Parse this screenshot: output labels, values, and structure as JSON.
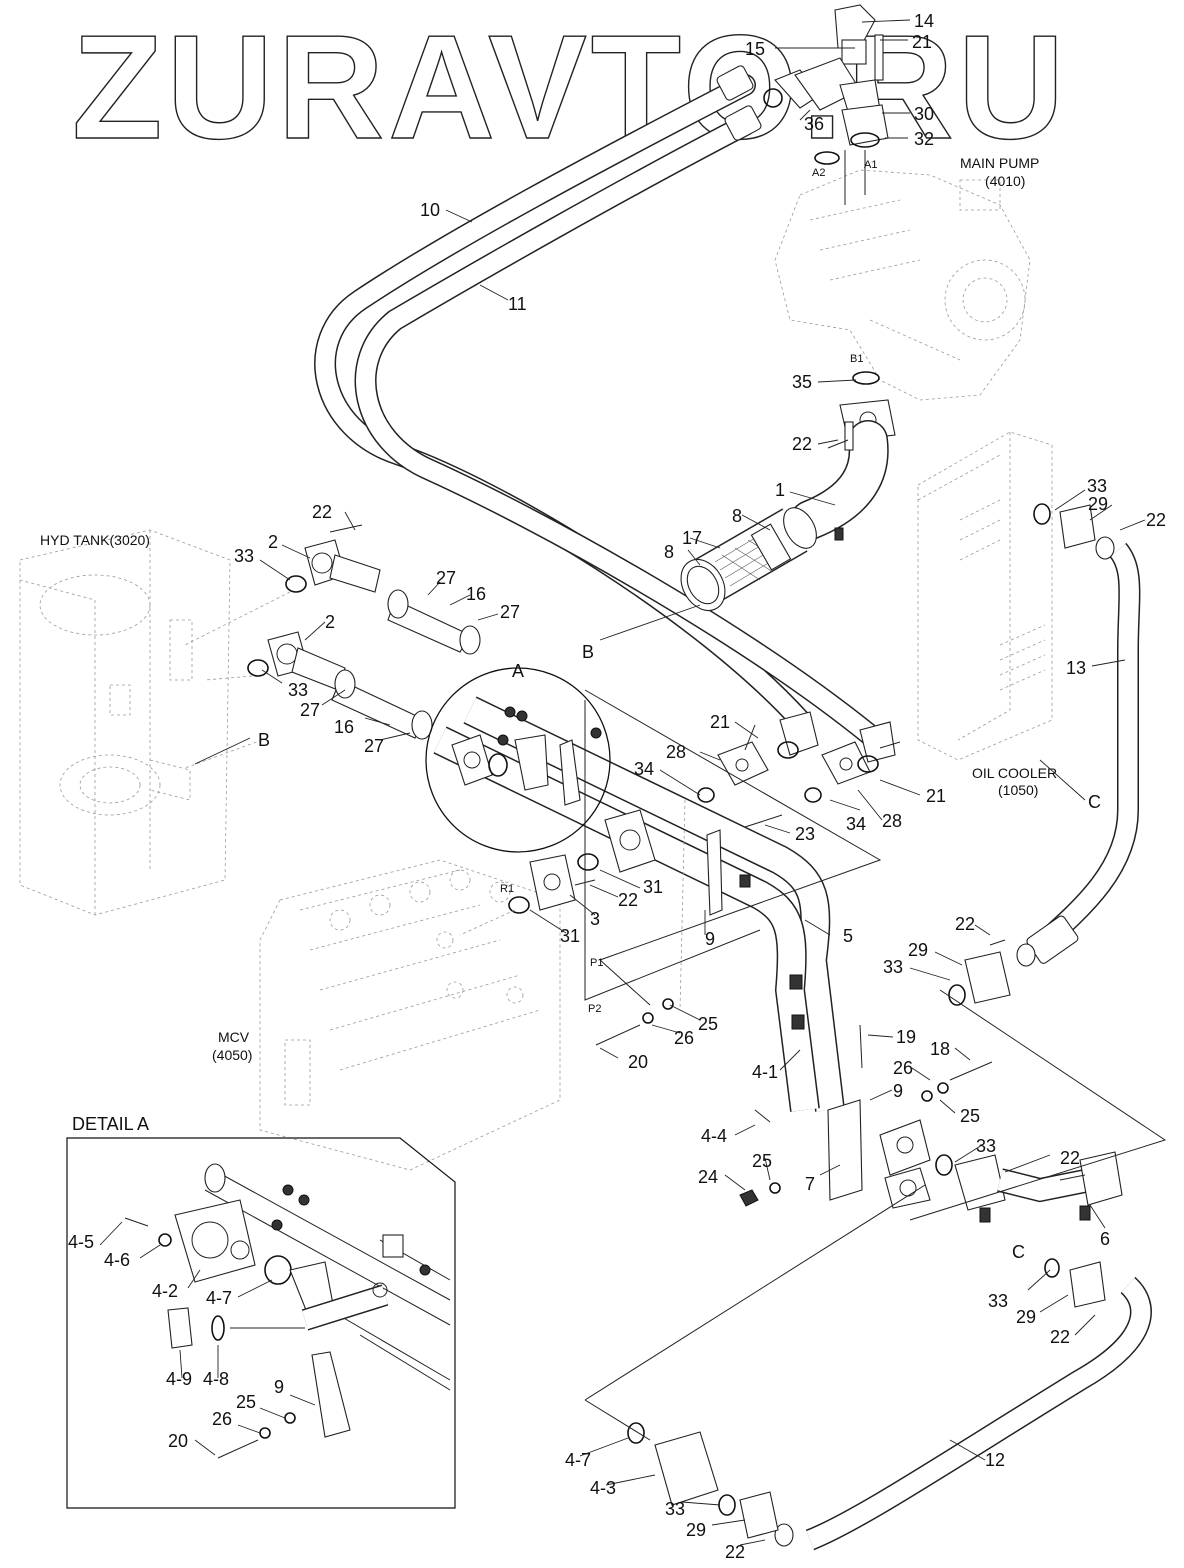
{
  "watermark": "ZURAVTO.RU",
  "components": {
    "main_pump": "MAIN PUMP",
    "main_pump_code": "(4010)",
    "hyd_tank": "HYD TANK(3020)",
    "oil_cooler": "OIL COOLER",
    "oil_cooler_code": "(1050)",
    "mcv": "MCV",
    "mcv_code": "(4050)",
    "detail_title": "DETAIL A"
  },
  "ports": {
    "a1": "A1",
    "a2": "A2",
    "b1": "B1",
    "r1": "R1",
    "p1": "P1",
    "p2": "P2"
  },
  "section_marks": {
    "A": "A",
    "B_pump": "B",
    "B_tank": "B",
    "C_cooler": "C",
    "C_lower": "C"
  },
  "callouts": [
    {
      "id": "c14",
      "text": "14"
    },
    {
      "id": "c15",
      "text": "15"
    },
    {
      "id": "c21a",
      "text": "21"
    },
    {
      "id": "c30",
      "text": "30"
    },
    {
      "id": "c36",
      "text": "36"
    },
    {
      "id": "c32",
      "text": "32"
    },
    {
      "id": "c10",
      "text": "10"
    },
    {
      "id": "c11",
      "text": "11"
    },
    {
      "id": "c35",
      "text": "35"
    },
    {
      "id": "c22a",
      "text": "22"
    },
    {
      "id": "c1",
      "text": "1"
    },
    {
      "id": "c8a",
      "text": "8"
    },
    {
      "id": "c17",
      "text": "17"
    },
    {
      "id": "c8b",
      "text": "8"
    },
    {
      "id": "cB1",
      "text": "B"
    },
    {
      "id": "c33a",
      "text": "33"
    },
    {
      "id": "c29a",
      "text": "29"
    },
    {
      "id": "c22b",
      "text": "22"
    },
    {
      "id": "c13",
      "text": "13"
    },
    {
      "id": "cC1",
      "text": "C"
    },
    {
      "id": "c22c",
      "text": "22"
    },
    {
      "id": "c2a",
      "text": "2"
    },
    {
      "id": "c33b",
      "text": "33"
    },
    {
      "id": "c27a",
      "text": "27"
    },
    {
      "id": "c16a",
      "text": "16"
    },
    {
      "id": "c27b",
      "text": "27"
    },
    {
      "id": "c2b",
      "text": "2"
    },
    {
      "id": "c33c",
      "text": "33"
    },
    {
      "id": "c27c",
      "text": "27"
    },
    {
      "id": "c16b",
      "text": "16"
    },
    {
      "id": "c27d",
      "text": "27"
    },
    {
      "id": "cB2",
      "text": "B"
    },
    {
      "id": "cA",
      "text": "A"
    },
    {
      "id": "c21b",
      "text": "21"
    },
    {
      "id": "c28a",
      "text": "28"
    },
    {
      "id": "c34a",
      "text": "34"
    },
    {
      "id": "c21c",
      "text": "21"
    },
    {
      "id": "c34b",
      "text": "34"
    },
    {
      "id": "c28b",
      "text": "28"
    },
    {
      "id": "c23",
      "text": "23"
    },
    {
      "id": "c31a",
      "text": "31"
    },
    {
      "id": "c22d",
      "text": "22"
    },
    {
      "id": "c3",
      "text": "3"
    },
    {
      "id": "c31b",
      "text": "31"
    },
    {
      "id": "c9a",
      "text": "9"
    },
    {
      "id": "c5",
      "text": "5"
    },
    {
      "id": "c22e",
      "text": "22"
    },
    {
      "id": "c29b",
      "text": "29"
    },
    {
      "id": "c33d",
      "text": "33"
    },
    {
      "id": "c25a",
      "text": "25"
    },
    {
      "id": "c26a",
      "text": "26"
    },
    {
      "id": "c20a",
      "text": "20"
    },
    {
      "id": "c19",
      "text": "19"
    },
    {
      "id": "c18",
      "text": "18"
    },
    {
      "id": "c4_1",
      "text": "4-1"
    },
    {
      "id": "c9b",
      "text": "9"
    },
    {
      "id": "c26b",
      "text": "26"
    },
    {
      "id": "c25b",
      "text": "25"
    },
    {
      "id": "c4_4",
      "text": "4-4"
    },
    {
      "id": "c33e",
      "text": "33"
    },
    {
      "id": "c22f",
      "text": "22"
    },
    {
      "id": "c25c",
      "text": "25"
    },
    {
      "id": "c24",
      "text": "24"
    },
    {
      "id": "c7",
      "text": "7"
    },
    {
      "id": "c6",
      "text": "6"
    },
    {
      "id": "cC2",
      "text": "C"
    },
    {
      "id": "c33f",
      "text": "33"
    },
    {
      "id": "c29c",
      "text": "29"
    },
    {
      "id": "c22g",
      "text": "22"
    },
    {
      "id": "c12",
      "text": "12"
    },
    {
      "id": "c4_7a",
      "text": "4-7"
    },
    {
      "id": "c4_3",
      "text": "4-3"
    },
    {
      "id": "c33g",
      "text": "33"
    },
    {
      "id": "c29d",
      "text": "29"
    },
    {
      "id": "c22h",
      "text": "22"
    },
    {
      "id": "d4_5",
      "text": "4-5"
    },
    {
      "id": "d4_6",
      "text": "4-6"
    },
    {
      "id": "d4_2",
      "text": "4-2"
    },
    {
      "id": "d4_7",
      "text": "4-7"
    },
    {
      "id": "d4_9",
      "text": "4-9"
    },
    {
      "id": "d4_8",
      "text": "4-8"
    },
    {
      "id": "d9",
      "text": "9"
    },
    {
      "id": "d25",
      "text": "25"
    },
    {
      "id": "d26",
      "text": "26"
    },
    {
      "id": "d20",
      "text": "20"
    }
  ]
}
